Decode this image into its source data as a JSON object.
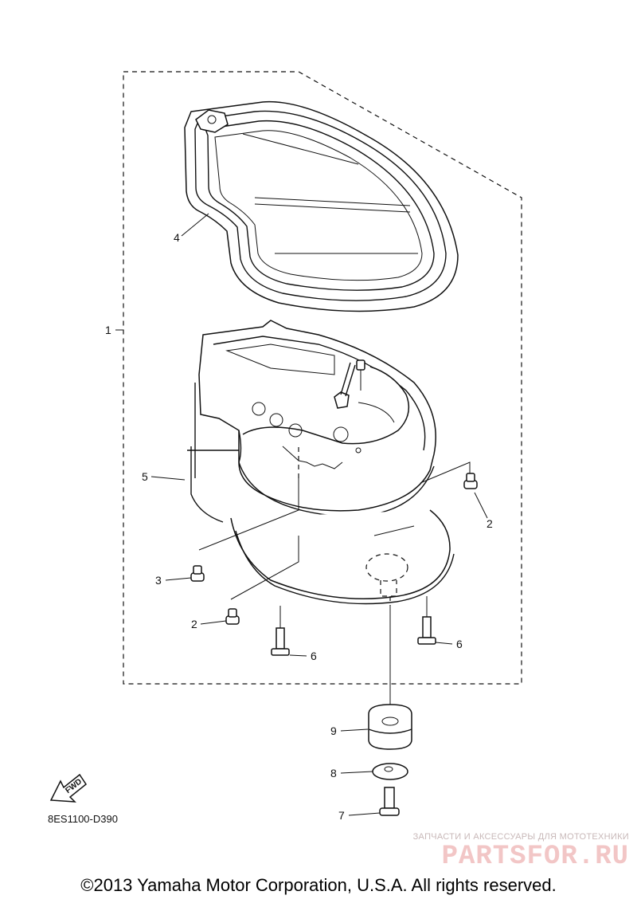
{
  "diagram": {
    "callouts": {
      "c1": "1",
      "c2a": "2",
      "c2b": "2",
      "c3": "3",
      "c4": "4",
      "c5": "5",
      "c6a": "6",
      "c6b": "6",
      "c7": "7",
      "c8": "8",
      "c9": "9"
    },
    "fwd_label": "FWD",
    "drawing_code": "8ES1100-D390"
  },
  "watermark": {
    "tagline": "ЗАПЧАСТИ И АКСЕССУАРЫ ДЛЯ МОТОТЕХНИКИ",
    "brand": "PARTSFOR.RU"
  },
  "footer": {
    "copyright": "©2013 Yamaha Motor Corporation, U.S.A. All rights reserved."
  }
}
